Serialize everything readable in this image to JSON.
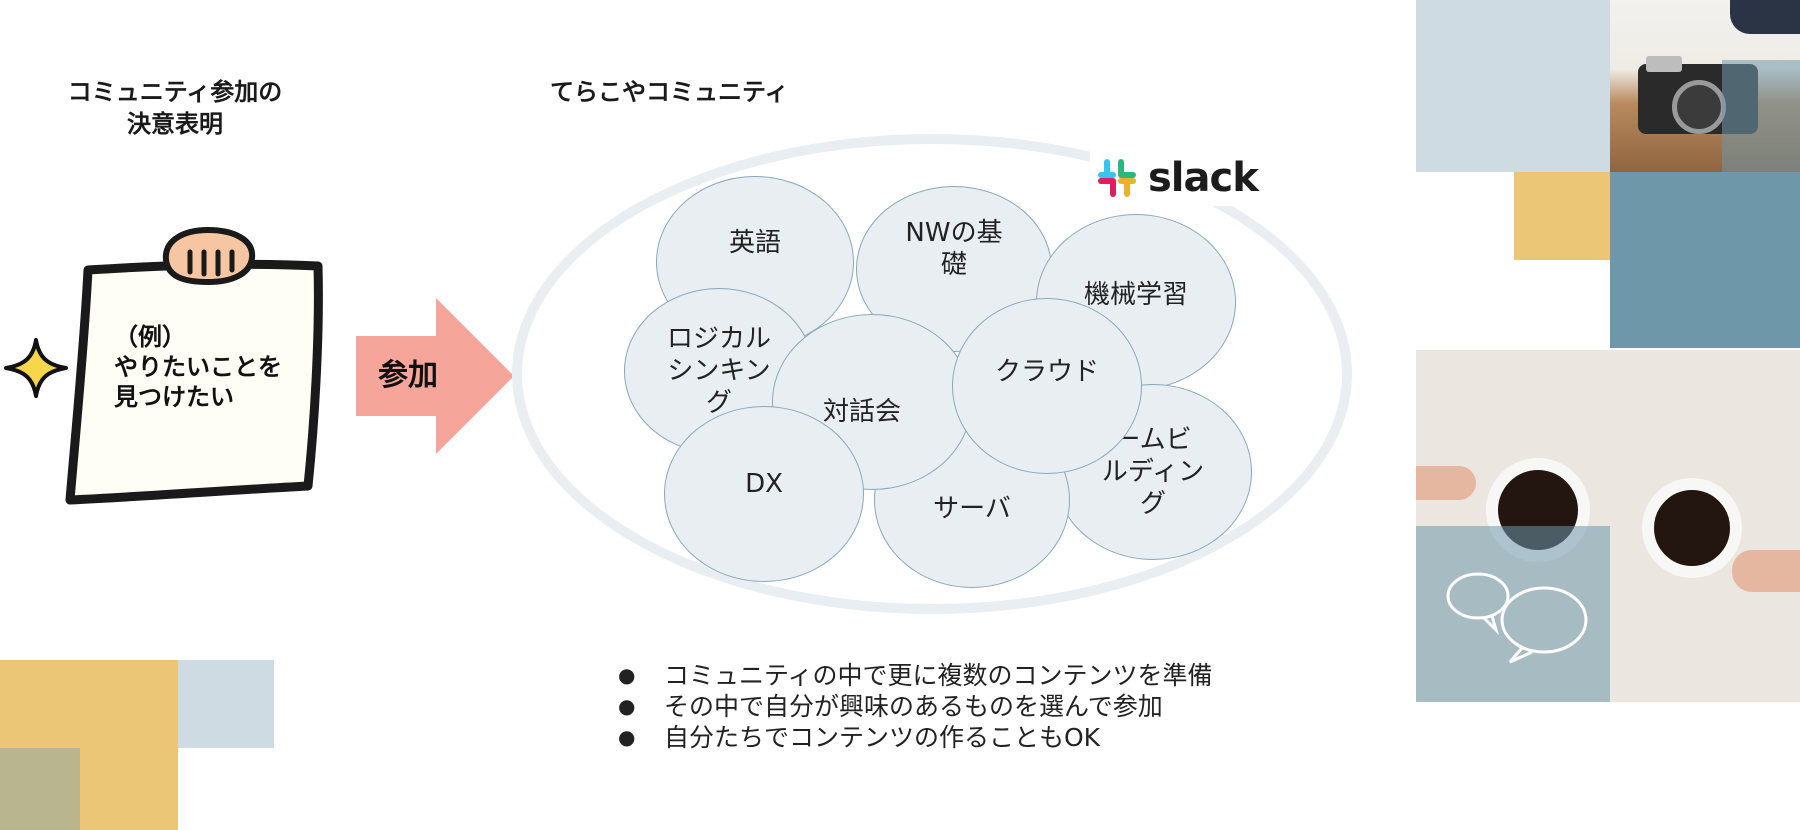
{
  "left": {
    "heading_line1": "コミュニティ参加の",
    "heading_line2": "決意表明",
    "note_line1": "（例）",
    "note_line2": "やりたいことを",
    "note_line3": "見つけたい"
  },
  "arrow": {
    "label": "参加"
  },
  "community": {
    "heading": "てらこやコミュニティ",
    "brand": "slack",
    "topics": [
      {
        "lines": [
          "英語"
        ]
      },
      {
        "lines": [
          "NWの基",
          "礎"
        ]
      },
      {
        "lines": [
          "機械学習"
        ]
      },
      {
        "lines": [
          "ロジカル",
          "シンキン",
          "グ"
        ]
      },
      {
        "lines": [
          "対話会"
        ]
      },
      {
        "lines": [
          "クラウド"
        ]
      },
      {
        "lines": [
          "DX"
        ]
      },
      {
        "lines": [
          "サーバ"
        ]
      },
      {
        "lines": [
          "ームビ",
          "ルディン",
          "グ"
        ]
      }
    ]
  },
  "bullets": [
    "コミュニティの中で更に複数のコンテンツを準備",
    "その中で自分が興味のあるものを選んで参加",
    "自分たちでコンテンツの作ることもOK"
  ],
  "colors": {
    "gold": "#ecc677",
    "light_blue_gray": "#cfdbe2",
    "steel_blue": "#6f97aa",
    "olive": "#b9b58e",
    "arrow_pink": "#f6a59a",
    "circle_fill": "#e8eef2"
  },
  "icons": [
    "sparkle-icon",
    "slack-logo-icon",
    "hand-icon"
  ]
}
